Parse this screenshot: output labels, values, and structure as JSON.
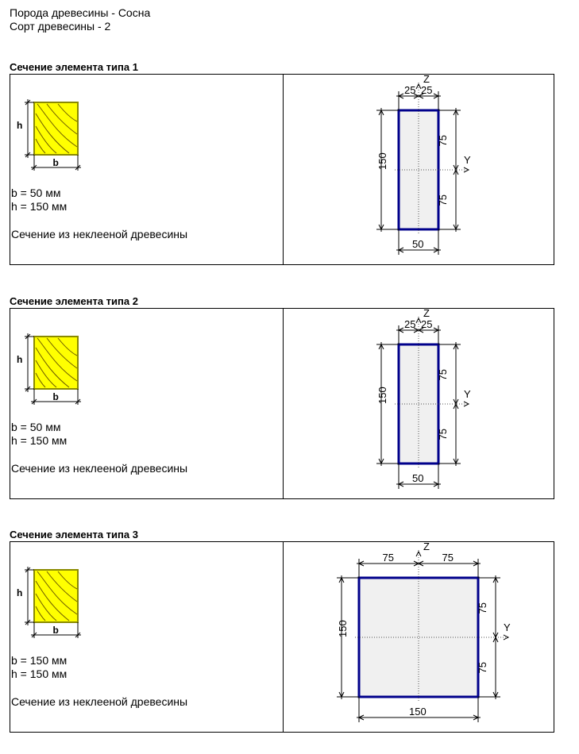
{
  "header": {
    "wood_species": "Порода древесины - Сосна",
    "wood_grade": "Сорт древесины - 2"
  },
  "sections": [
    {
      "title": "Сечение элемента типа 1",
      "thumb_labels": {
        "h": "h",
        "b": "b"
      },
      "b_text": "b = 50 мм",
      "h_text": "h = 150 мм",
      "note": "Сечение из неклееной древесины",
      "b_mm": 50,
      "h_mm": 150,
      "dims": {
        "z_left": "25",
        "z_right": "25",
        "top": "75",
        "bottom": "75",
        "height": "150",
        "width": "50",
        "axis_z": "Z",
        "axis_y": "Y"
      }
    },
    {
      "title": "Сечение элемента типа 2",
      "thumb_labels": {
        "h": "h",
        "b": "b"
      },
      "b_text": "b = 50 мм",
      "h_text": "h = 150 мм",
      "note": "Сечение из неклееной древесины",
      "b_mm": 50,
      "h_mm": 150,
      "dims": {
        "z_left": "25",
        "z_right": "25",
        "top": "75",
        "bottom": "75",
        "height": "150",
        "width": "50",
        "axis_z": "Z",
        "axis_y": "Y"
      }
    },
    {
      "title": "Сечение элемента типа 3",
      "thumb_labels": {
        "h": "h",
        "b": "b"
      },
      "b_text": "b = 150 мм",
      "h_text": "h = 150 мм",
      "note": "Сечение из неклееной древесины",
      "b_mm": 150,
      "h_mm": 150,
      "dims": {
        "z_left": "75",
        "z_right": "75",
        "top": "75",
        "bottom": "75",
        "height": "150",
        "width": "150",
        "axis_z": "Z",
        "axis_y": "Y"
      }
    }
  ],
  "colors": {
    "wood_fill": "#ffff00",
    "wood_border": "#8a8a00",
    "section_outline": "#00008b",
    "section_fill": "#f0f0f0"
  }
}
